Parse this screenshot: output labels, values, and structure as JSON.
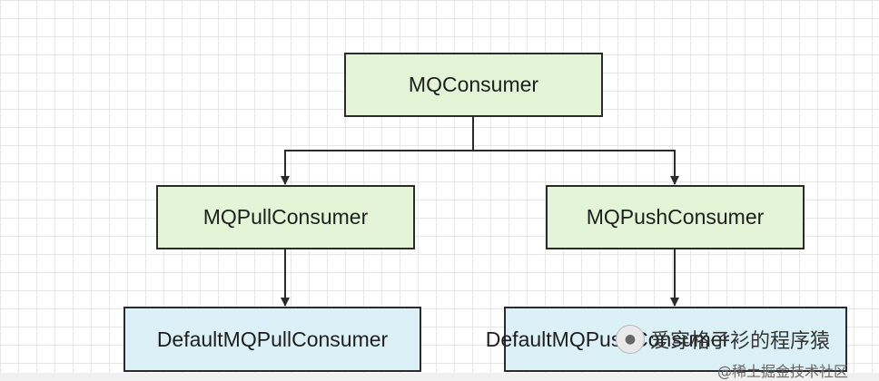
{
  "diagram": {
    "nodes": {
      "root": "MQConsumer",
      "pull": "MQPullConsumer",
      "push": "MQPushConsumer",
      "default_pull": "DefaultMQPullConsumer",
      "default_push": "DefaultMQPushConsumer"
    },
    "edges": [
      {
        "from": "root",
        "to": "pull"
      },
      {
        "from": "root",
        "to": "push"
      },
      {
        "from": "pull",
        "to": "default_pull"
      },
      {
        "from": "push",
        "to": "default_push"
      }
    ],
    "colors": {
      "interface_fill": "#e3f5d6",
      "class_fill": "#dcf1f7",
      "stroke": "#2b2b2b"
    }
  },
  "watermark": {
    "line1": "爱穿格子衫的程序猿",
    "line2": "@稀土掘金技术社区"
  }
}
